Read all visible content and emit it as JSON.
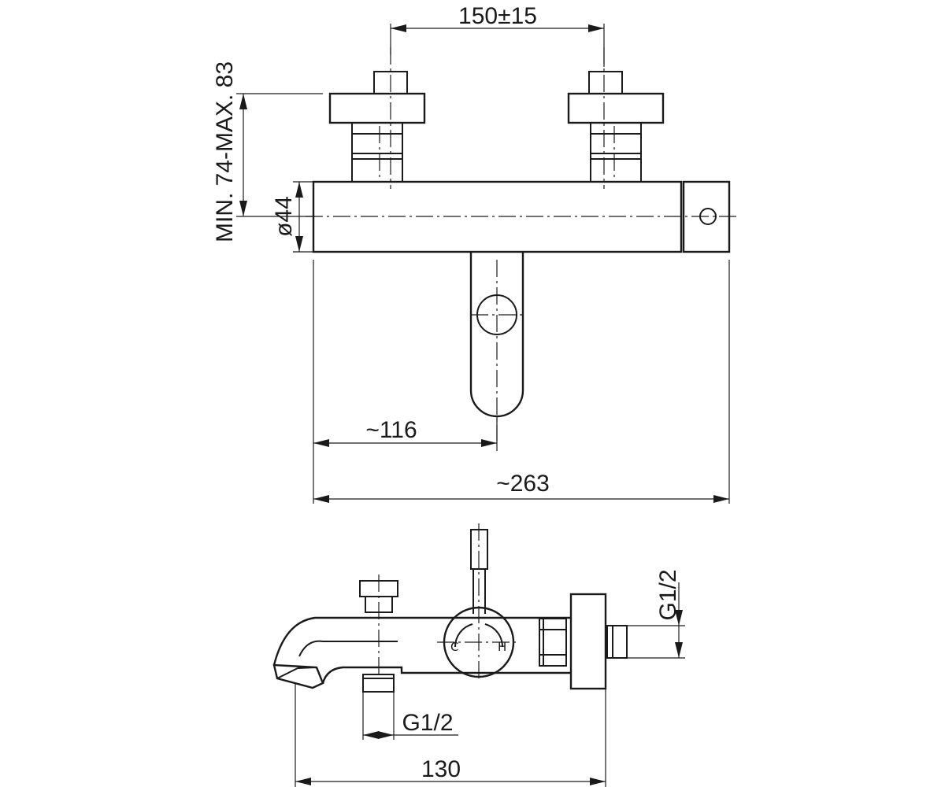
{
  "dimensions": {
    "spacing": "150±15",
    "projection": "MIN. 74-MAX. 83",
    "body_diameter": "ø44",
    "spout_offset": "~116",
    "overall_length": "~263",
    "side_depth": "130",
    "outlet_thread": "G1/2",
    "inlet_thread": "G1/2"
  },
  "handle_marks": {
    "cold": "C",
    "hot": "H"
  }
}
